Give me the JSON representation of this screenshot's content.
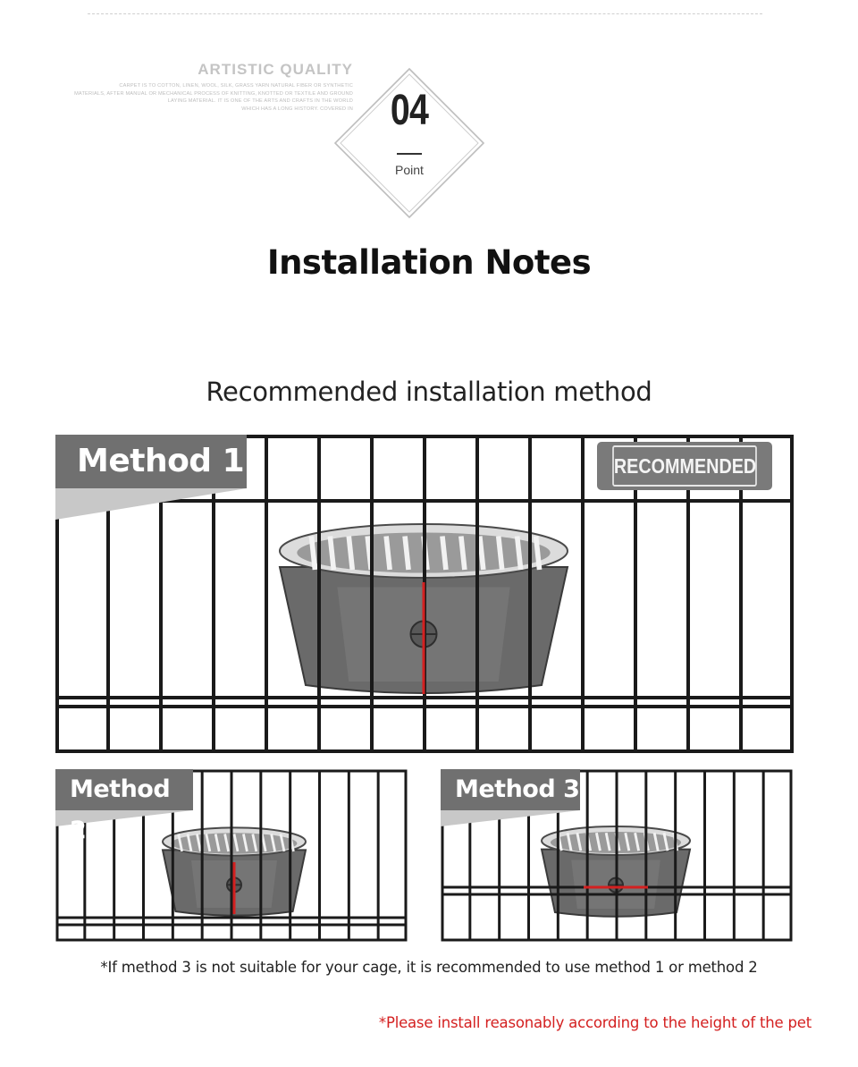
{
  "header": {
    "artistic_title": "ARTISTIC QUALITY",
    "artistic_lines": [
      "CARPET IS TO COTTON, LINEN, WOOL, SILK, GRASS YARN NATURAL FIBER OR SYNTHETIC",
      "MATERIALS, AFTER MANUAL OR MECHANICAL PROCESS OF KNITTING, KNOTTED OR TEXTILE AND GROUND",
      "LAYING MATERIAL. IT IS ONE OF THE ARTS AND CRAFTS IN THE WORLD",
      "WHICH HAS A LONG HISTORY. COVERED IN"
    ],
    "number": "04",
    "point_label": "Point"
  },
  "title": "Installation Notes",
  "subtitle": "Recommended installation method",
  "methods": [
    {
      "label": "Method 1",
      "badge": "RECOMMENDED"
    },
    {
      "label": "Method 2"
    },
    {
      "label": "Method 3"
    }
  ],
  "note": "*If method 3 is not suitable for your cage, it is recommended to use method 1 or method 2",
  "note_red": "*Please install reasonably according to the height of the pet",
  "colors": {
    "accent_red": "#d42020",
    "tag_gray": "#707070",
    "bar_dark": "#1a1a1a"
  }
}
